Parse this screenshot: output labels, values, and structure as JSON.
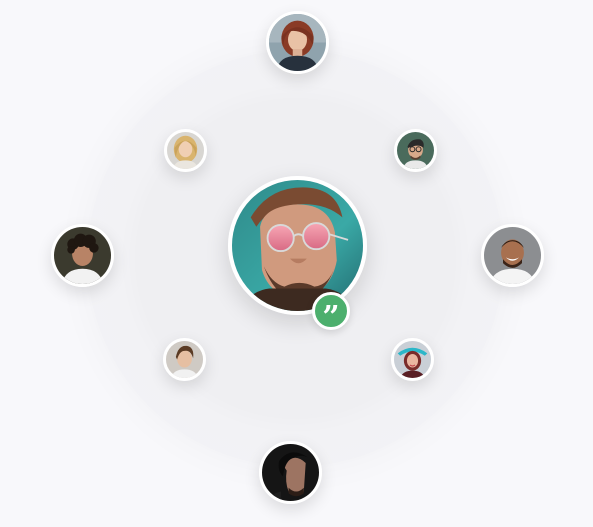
{
  "testimonials": {
    "center_badge": {
      "icon": "quote-icon",
      "glyph": "”",
      "color": "#4caf6d"
    },
    "avatars": [
      {
        "id": "top",
        "icon": "avatar-woman-red-hair"
      },
      {
        "id": "top-left",
        "icon": "avatar-woman-blonde"
      },
      {
        "id": "top-right",
        "icon": "avatar-man-glasses"
      },
      {
        "id": "left",
        "icon": "avatar-man-curly-hair"
      },
      {
        "id": "center",
        "icon": "avatar-man-sunglasses"
      },
      {
        "id": "right",
        "icon": "avatar-man-smiling"
      },
      {
        "id": "bottom-left",
        "icon": "avatar-young-man"
      },
      {
        "id": "bottom-right",
        "icon": "avatar-woman-teal-hat"
      },
      {
        "id": "bottom",
        "icon": "avatar-man-dark"
      }
    ]
  }
}
